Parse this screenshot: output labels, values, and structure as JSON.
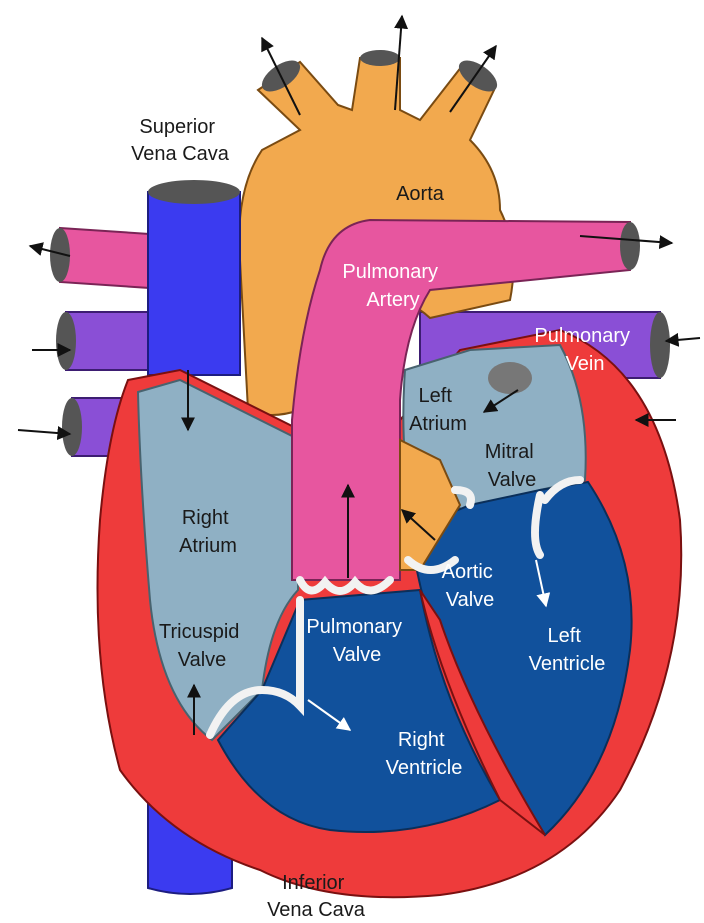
{
  "labels": {
    "superior_vena_cava": [
      "Superior",
      "Vena Cava"
    ],
    "aorta": "Aorta",
    "pulmonary_artery": [
      "Pulmonary",
      "Artery"
    ],
    "pulmonary_vein": [
      "Pulmonary",
      "Vein"
    ],
    "left_atrium": [
      "Left",
      "Atrium"
    ],
    "mitral_valve": [
      "Mitral",
      "Valve"
    ],
    "right_atrium": [
      "Right",
      "Atrium"
    ],
    "aortic_valve": [
      "Aortic",
      "Valve"
    ],
    "tricuspid_valve": [
      "Tricuspid",
      "Valve"
    ],
    "pulmonary_valve": [
      "Pulmonary",
      "Valve"
    ],
    "left_ventricle": [
      "Left",
      "Ventricle"
    ],
    "right_ventricle": [
      "Right",
      "Ventricle"
    ],
    "inferior_vena_cava": [
      "Inferior",
      "Vena Cava"
    ]
  },
  "colors": {
    "aorta": "#f2a94e",
    "pulmonary_artery": "#e7569f",
    "pulmonary_vein": "#8a4fd6",
    "vena_cava": "#3b3bf0",
    "atrium": "#8fb0c4",
    "ventricle": "#11519c",
    "muscle": "#ee3b3b",
    "valve": "#f2f2f2"
  }
}
